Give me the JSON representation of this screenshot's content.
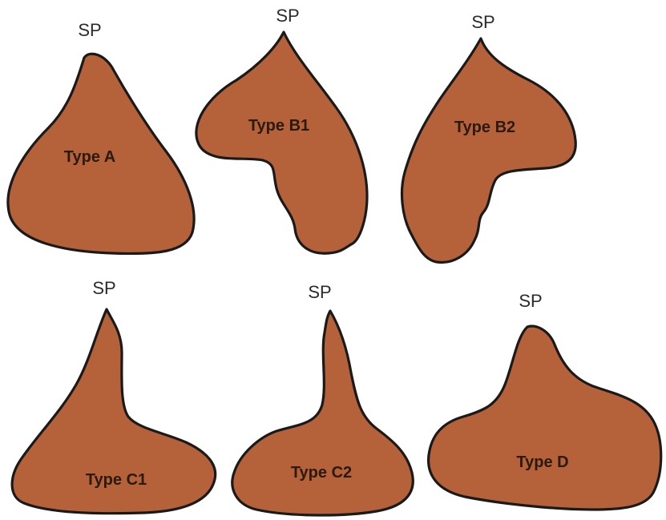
{
  "colors": {
    "fill": "#B5613A",
    "outline": "#1a1a1a"
  },
  "shapes": [
    {
      "id": "type-a",
      "label": "Type A",
      "pointer": "SP"
    },
    {
      "id": "type-b1",
      "label": "Type B1",
      "pointer": "SP"
    },
    {
      "id": "type-b2",
      "label": "Type B2",
      "pointer": "SP"
    },
    {
      "id": "type-c1",
      "label": "Type C1",
      "pointer": "SP"
    },
    {
      "id": "type-c2",
      "label": "Type C2",
      "pointer": "SP"
    },
    {
      "id": "type-d",
      "label": "Type D",
      "pointer": "SP"
    }
  ]
}
